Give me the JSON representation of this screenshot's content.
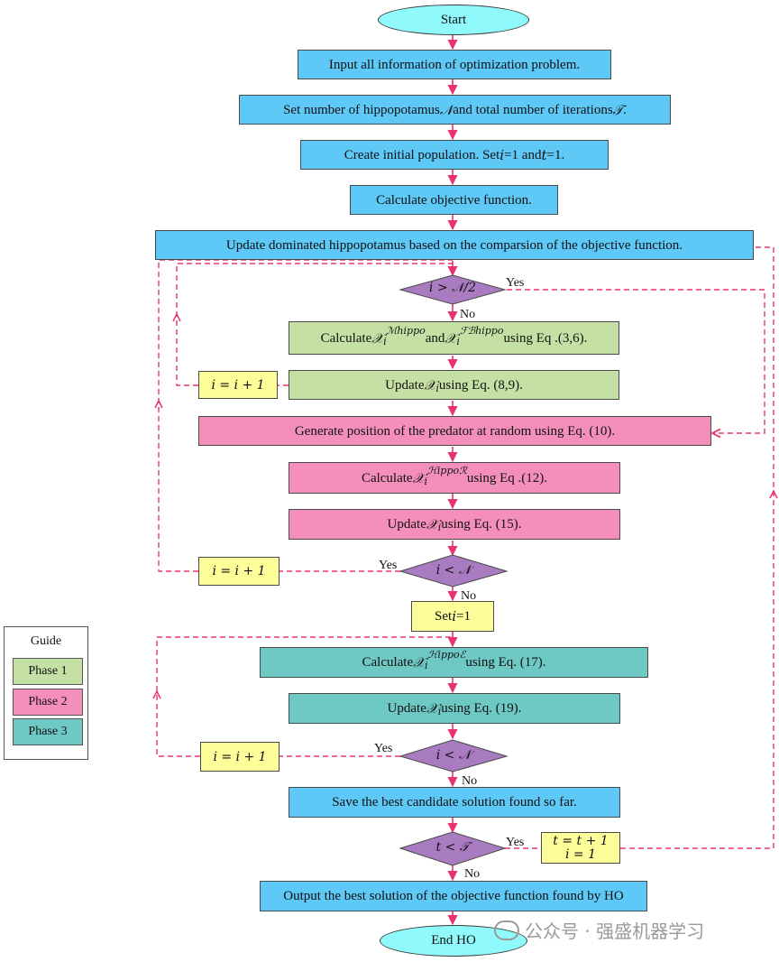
{
  "flow": {
    "start": "Start",
    "input": "Input all information of optimization problem.",
    "set_number": {
      "pre": "Set number of hippopotamus ",
      "sym_n": "𝒩",
      "mid": " and total number of iterations ",
      "sym_t": "𝒯",
      "post": "."
    },
    "create_pop": {
      "pre": "Create initial population. Set ",
      "i": "𝑖",
      "mid": "=1 and ",
      "t": "𝑡",
      "post": "=1."
    },
    "calc_objective": "Calculate objective function.",
    "update_dominated": "Update dominated hippopotamus based on the comparsion of the objective function.",
    "cond_half": {
      "text": "𝑖 > 𝒩/2",
      "yes": "Yes",
      "no": "No"
    },
    "calc_phase1": {
      "pre": "Calculate ",
      "x1": "𝒳",
      "sub1": "i",
      "sup1": "ℳℎ𝑖𝑝𝑝𝑜",
      "and": " and ",
      "x2": "𝒳",
      "sub2": "i",
      "sup2": "ℱℬℎ𝑖𝑝𝑝𝑜",
      "post": " using Eq .(3,6)."
    },
    "update_phase1": {
      "pre": "Update ",
      "x": "𝒳",
      "sub": "i",
      "post": " using Eq. (8,9)."
    },
    "inc1": "𝑖 = 𝑖 + 1",
    "generate_predator": "Generate position of the predator at random using Eq. (10).",
    "calc_phase2": {
      "pre": "Calculate ",
      "x": "𝒳",
      "sub": "i",
      "sup": "ℋ𝑖𝑝𝑝𝑜ℛ",
      "post": " using Eq .(12)."
    },
    "update_phase2": {
      "pre": "Update ",
      "x": "𝒳",
      "sub": "i",
      "post": " using Eq. (15)."
    },
    "inc2": "𝑖 = 𝑖 + 1",
    "cond_n1": {
      "text": "𝑖 < 𝒩",
      "yes": "Yes",
      "no": "No"
    },
    "set_i": {
      "pre": "Set ",
      "i": "𝑖",
      "post": " =1"
    },
    "calc_phase3": {
      "pre": "Calculate ",
      "x": "𝒳",
      "sub": "i",
      "sup": "ℋ𝑖𝑝𝑝𝑜ℰ",
      "post": " using Eq. (17)."
    },
    "update_phase3": {
      "pre": "Update ",
      "x": "𝒳",
      "sub": "i",
      "post": " using Eq. (19)."
    },
    "inc3": "𝑖 = 𝑖 + 1",
    "cond_n2": {
      "text": "𝑖 < 𝒩",
      "yes": "Yes",
      "no": "No"
    },
    "save_best": "Save the best candidate solution found so far.",
    "cond_t": {
      "text": "𝑡 < 𝒯",
      "yes": "Yes",
      "no": "No"
    },
    "inc_t": {
      "line1": "𝑡 = 𝑡 + 1",
      "line2": "𝑖 = 1"
    },
    "output": "Output the best solution of the objective function found by HO",
    "end": "End HO"
  },
  "guide": {
    "title": "Guide",
    "phase1": "Phase 1",
    "phase2": "Phase 2",
    "phase3": "Phase 3"
  },
  "watermark": "公众号 · 强盛机器学习",
  "colors": {
    "process_blue": "#5ec8f6",
    "phase1_green": "#c5e0a4",
    "phase2_pink": "#f48fbc",
    "phase3_teal": "#6ec8c4",
    "counter_yellow": "#fdfd9a",
    "decision_purple": "#a97bc0",
    "terminal_cyan": "#8ff9fb",
    "connector_red": "#e8336f"
  }
}
